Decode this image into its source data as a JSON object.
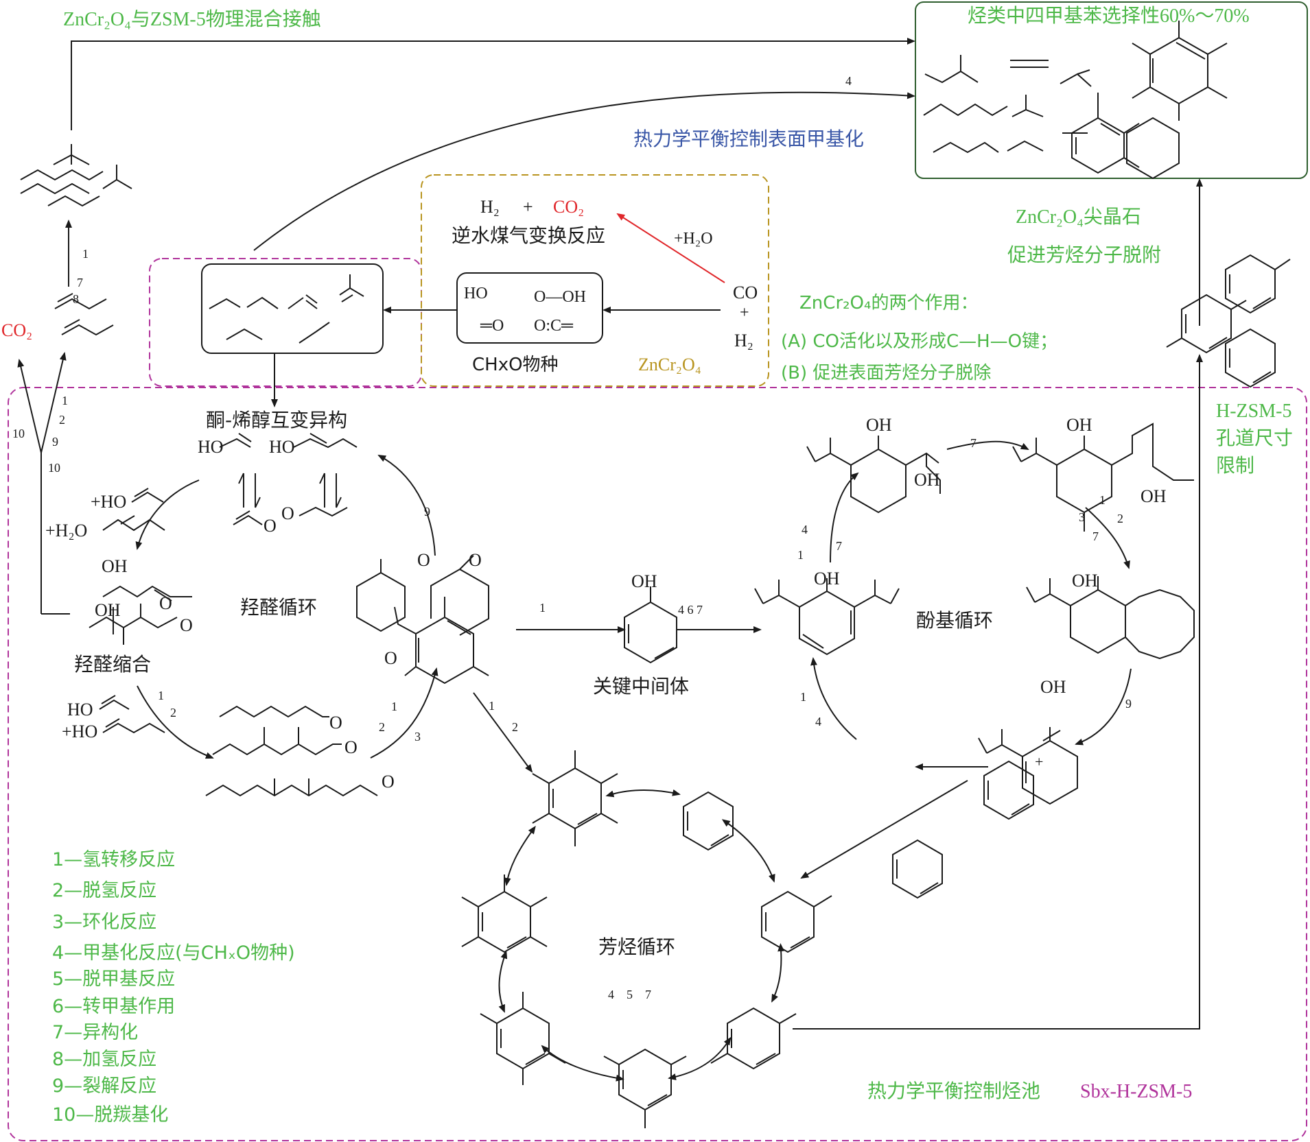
{
  "colors": {
    "green": "#4db848",
    "black": "#1a1a1a",
    "red": "#e0262a",
    "blue": "#3a57a7",
    "gold": "#b8941f",
    "magenta": "#b0339b",
    "dark_green_box": "#2e5e2e"
  },
  "top_left": {
    "label": "ZnCr₂O₄与ZSM-5物理混合接触"
  },
  "product_box": {
    "title": "烃类中四甲基苯选择性60%～70%"
  },
  "arrows": {
    "top_curve_label": "4",
    "thermo_surface": "热力学平衡控制表面甲基化"
  },
  "spinel_notes": {
    "line1": "ZnCr₂O₄尖晶石",
    "line2": "促进芳烃分子脱附"
  },
  "rwgs": {
    "eq_h2": "H₂",
    "eq_plus": "+",
    "eq_co2": "CO₂",
    "name": "逆水煤气变换反应",
    "h2o": "+H₂O",
    "co": "CO",
    "plus": "+",
    "h2": "H₂",
    "chxo": "CHxO物种",
    "catalyst": "ZnCr₂O₄",
    "intermediates": [
      "HO",
      "O—OH",
      "═O",
      "O:C═"
    ]
  },
  "roles": {
    "title": "ZnCr₂O₄的两个作用：",
    "a": "(A) CO活化以及形成C—H—O键；",
    "b": "(B) 促进表面芳烃分子脱除"
  },
  "left_column": {
    "co2": "CO₂",
    "nums_upper": [
      "1",
      "7",
      "8"
    ],
    "nums_lower": [
      "1",
      "2",
      "10",
      "9",
      "10"
    ]
  },
  "keto_enol": {
    "title": "酮-烯醇互变异构",
    "ho1": "HO",
    "ho2": "HO",
    "o1": "O",
    "o2": "O"
  },
  "aldol": {
    "add1": "+HO",
    "add2": "+H₂O",
    "oh_top": "OH",
    "o_top": "O",
    "oh_mid": "OH",
    "o_mid": "O",
    "cycle": "羟醛循环",
    "condensation": "羟醛缩合",
    "ho_a": "HO",
    "ho_b": "+HO",
    "nums_a": [
      "1",
      "2"
    ],
    "nums_b": [
      "1",
      "2",
      "3"
    ],
    "ald_o": [
      "O",
      "O",
      "O"
    ],
    "num9": "9"
  },
  "center": {
    "num1": "1",
    "oh": "OH",
    "nums": "4  6  7",
    "key_intermediate": "关键中间体",
    "nums_down": [
      "1",
      "2"
    ],
    "o_labels": [
      "O",
      "O",
      "O"
    ]
  },
  "phenol_cycle": {
    "name": "酚基循环",
    "oh": [
      "OH",
      "OH",
      "OH",
      "OH",
      "OH"
    ],
    "oh_chain": "OH",
    "oh_ring": "OH",
    "nums": [
      "7",
      "1",
      "2",
      "3",
      "7",
      "4",
      "1",
      "7",
      "1",
      "4",
      "9"
    ],
    "plus": "+"
  },
  "aromatic_cycle": {
    "name": "芳烃循环",
    "nums": "4    5    7"
  },
  "pore": {
    "line1": "H-ZSM-5",
    "line2": "孔道尺寸",
    "line3": "限制"
  },
  "footer": {
    "thermo_pool": "热力学平衡控制烃池",
    "catalyst": "Sbx-H-ZSM-5"
  },
  "legend": [
    "1—氢转移反应",
    "2—脱氢反应",
    "3—环化反应",
    "4—甲基化反应(与CHₓO物种)",
    "5—脱甲基反应",
    "6—转甲基作用",
    "7—异构化",
    "8—加氢反应",
    "9—裂解反应",
    "10—脱羰基化"
  ]
}
